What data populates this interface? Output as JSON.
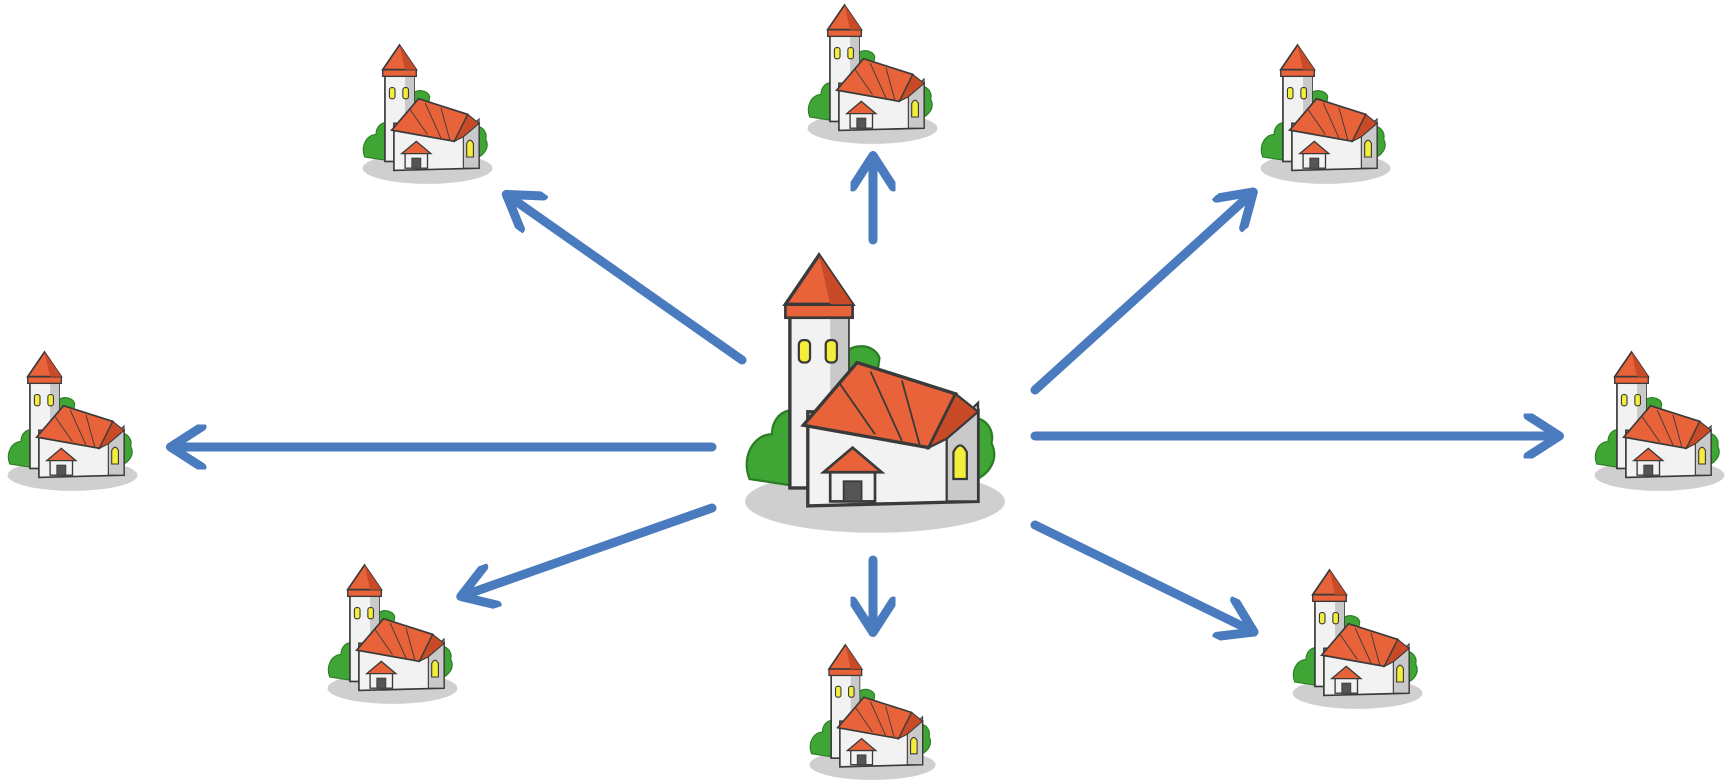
{
  "diagram": {
    "type": "hub-and-spoke",
    "background": "#ffffff",
    "arrow_color": "#4a7bbe",
    "arrow_direction": "outward",
    "hub": {
      "icon": "church-icon"
    },
    "satellites": [
      {
        "id": "top-left",
        "icon": "church-icon"
      },
      {
        "id": "top",
        "icon": "church-icon"
      },
      {
        "id": "top-right",
        "icon": "church-icon"
      },
      {
        "id": "left",
        "icon": "church-icon"
      },
      {
        "id": "right",
        "icon": "church-icon"
      },
      {
        "id": "bottom-left",
        "icon": "church-icon"
      },
      {
        "id": "bottom",
        "icon": "church-icon"
      },
      {
        "id": "bottom-right",
        "icon": "church-icon"
      }
    ],
    "colors": {
      "roof": "#e8623a",
      "roof_dark": "#c94a26",
      "wall": "#f2f2f2",
      "wall_shade": "#c9c9c9",
      "window": "#f4ee3a",
      "tree": "#3fa535",
      "tree_dark": "#2b7d24",
      "ground": "#cfcfcf",
      "outline": "#3a3a3a",
      "door": "#555555"
    }
  }
}
